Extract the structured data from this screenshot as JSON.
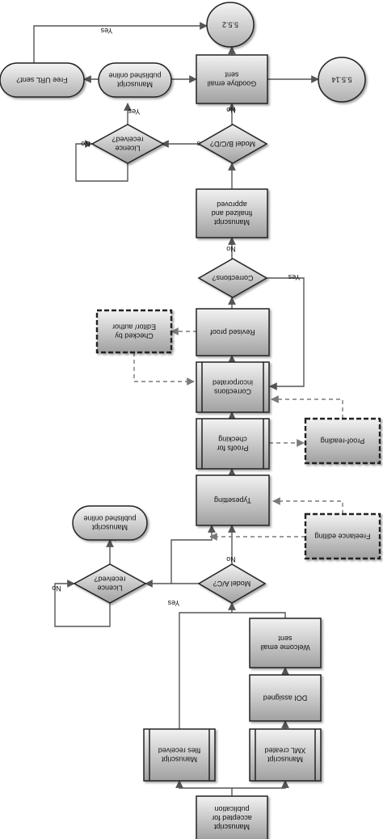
{
  "colors": {
    "box_fill_light": "#f2f2f2",
    "box_fill_dark": "#9a9a9a",
    "line": "#555555",
    "dashed_line": "#7a7a7a",
    "text": "#111111"
  },
  "nodes": {
    "accepted": [
      "Manuscript",
      "accepted for",
      "publication"
    ],
    "files_received": [
      "Manuscript",
      "files received"
    ],
    "xml_created": [
      "Manuscript",
      "XML created"
    ],
    "doi": [
      "DOI assigned"
    ],
    "welcome": [
      "Welcome email",
      "sent"
    ],
    "model_ac": [
      "Model A/C?"
    ],
    "licence_1": [
      "Licence",
      "received?"
    ],
    "published_1": [
      "Manuscript",
      "published online"
    ],
    "freelance": [
      "Freelance editing"
    ],
    "typesetting": [
      "Typesetting"
    ],
    "proofs": [
      "Proofs for",
      "checking"
    ],
    "proofreading": [
      "Proof-reading"
    ],
    "corrections_inc": [
      "Corrections",
      "incorporated"
    ],
    "checked_by": [
      "Checked by",
      "Editor/ author"
    ],
    "revised_proof": [
      "Revised proof"
    ],
    "corrections_q": [
      "Corrections?"
    ],
    "finalized": [
      "Manuscript",
      "finalized and",
      "approved"
    ],
    "model_bcd": [
      "Model B/C/D?"
    ],
    "licence_2": [
      "Licence",
      "received?"
    ],
    "published_2": [
      "Manuscript",
      "published online"
    ],
    "free_url": [
      "Free URL sent?"
    ],
    "goodbye": [
      "Goodbye email",
      "sent"
    ],
    "s552": [
      "5.5.2"
    ],
    "s5514": [
      "5.5.14"
    ]
  },
  "edge_labels": {
    "yes": "Yes",
    "no": "No"
  }
}
